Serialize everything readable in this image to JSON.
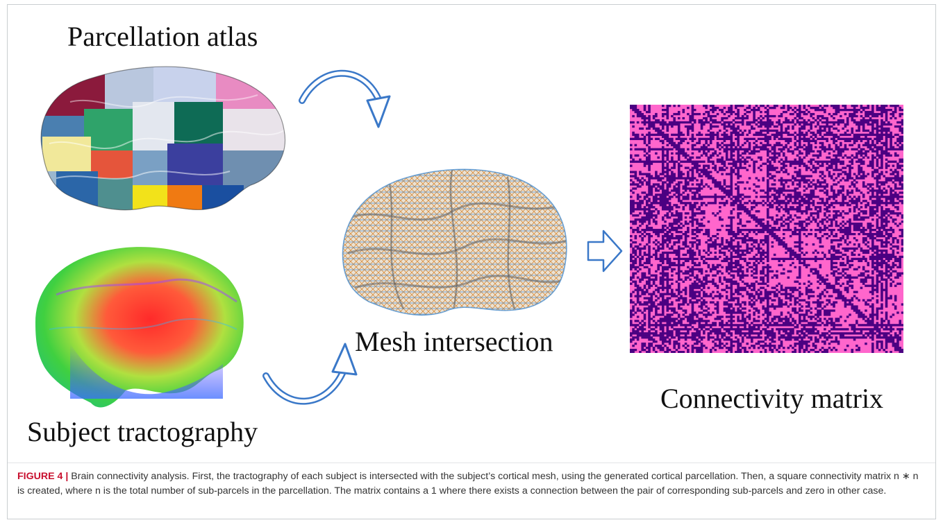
{
  "figure": {
    "labels": {
      "atlas": "Parcellation atlas",
      "tractography": "Subject tractography",
      "mesh": "Mesh intersection",
      "matrix": "Connectivity matrix"
    },
    "caption": {
      "label": "FIGURE 4",
      "separator": " | ",
      "text": "Brain connectivity analysis. First, the tractography of each subject is intersected with the subject’s cortical mesh, using the generated cortical parcellation. Then, a square connectivity matrix n ∗ n is created, where n is the total number of sub-parcels in the parcellation. The matrix contains a 1 where there exists a connection between the pair of corresponding sub-parcels and zero in other case."
    },
    "colors": {
      "matrix_on": "#ff66cc",
      "matrix_off": "#4b0082",
      "arrow": "#3a78c8"
    },
    "icons": {
      "curved_arrow_top": "curved-arrow-down-icon",
      "curved_arrow_bottom": "curved-arrow-up-icon",
      "right_arrow": "hollow-right-arrow-icon"
    }
  }
}
